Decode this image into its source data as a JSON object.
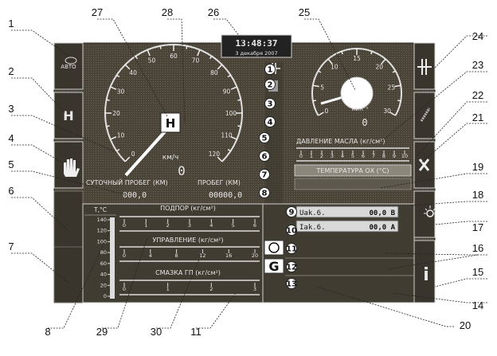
{
  "clock": {
    "time": "13:48:37",
    "date": "3 декабря 2007"
  },
  "speedometer": {
    "ticks": [
      "0",
      "10",
      "20",
      "30",
      "40",
      "50",
      "60",
      "70",
      "80",
      "90",
      "100",
      "110",
      "120"
    ],
    "unit": "км/ч",
    "value": "0",
    "badge": "H"
  },
  "tachometer": {
    "ticks": [
      "0",
      "5",
      "10",
      "15",
      "20",
      "25",
      "30"
    ],
    "unit": "мин⁻¹",
    "value": "0"
  },
  "odometer": {
    "daily_label": "СУТОЧНЫЙ ПРОБЕГ (КМ)",
    "daily_value": "000,0",
    "total_label": "ПРОБЕГ (КМ)",
    "total_value": "00000,0"
  },
  "oil": {
    "title": "ДАВЛЕНИЕ МАСЛА (кг/см²)",
    "ticks": [
      "0",
      "1",
      "2",
      "3",
      "4",
      "5",
      "6",
      "7",
      "8",
      "9",
      "10"
    ]
  },
  "oil_temp": {
    "title": "ТЕМПЕРАТУРА ОХ (°С)"
  },
  "battery": {
    "voltage_label": "Uak.6.",
    "voltage_value": "00,0 В",
    "current_label": "Iak.6.",
    "current_value": "00,0 А"
  },
  "thermo": {
    "title": "T,°C",
    "ticks": [
      "140",
      "120",
      "100",
      "80",
      "60",
      "40",
      "20",
      "0"
    ]
  },
  "podpor": {
    "title": "ПОДПОР (кг/см²)",
    "ticks": [
      "0",
      "1",
      "2",
      "3",
      "4",
      "5",
      "6"
    ]
  },
  "upravlenie": {
    "title": "УПРАВЛЕНИЕ (кг/см²)",
    "ticks": [
      "0",
      "4",
      "8",
      "12",
      "16",
      "20"
    ]
  },
  "smazka": {
    "title": "СМАЗКА ГП (кг/см²)",
    "ticks": [
      "0",
      "1",
      "2",
      "3"
    ]
  },
  "left_buttons": [
    {
      "name": "auto-button",
      "label": "АВТО"
    },
    {
      "name": "h-button",
      "label": "H"
    },
    {
      "name": "hand-button",
      "label": ""
    },
    {
      "name": "blank-button",
      "label": ""
    }
  ],
  "right_buttons": [
    {
      "name": "clutch-button",
      "label": ""
    },
    {
      "name": "gauge-button",
      "label": ""
    },
    {
      "name": "tools-button",
      "label": ""
    },
    {
      "name": "lamp-button",
      "label": ""
    },
    {
      "name": "info-button",
      "label": "i"
    }
  ],
  "g_label": "G",
  "callouts": [
    "1",
    "2",
    "3",
    "4",
    "5",
    "6",
    "7",
    "8",
    "9",
    "10",
    "11",
    "12",
    "13",
    "14",
    "15",
    "16",
    "17",
    "18",
    "19",
    "20",
    "21",
    "22",
    "23",
    "24",
    "25",
    "26",
    "27",
    "28",
    "29",
    "30"
  ],
  "markers": [
    "1",
    "2",
    "3",
    "4",
    "5",
    "6",
    "7",
    "8",
    "9",
    "10",
    "11",
    "12",
    "13"
  ]
}
